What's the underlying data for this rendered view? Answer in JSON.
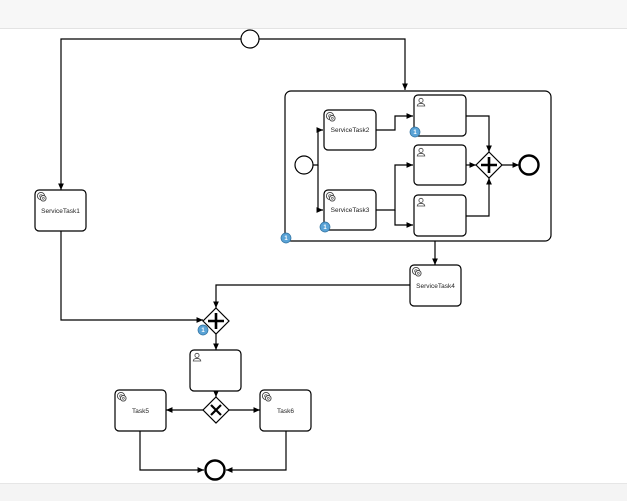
{
  "diagram": {
    "tasks": {
      "task_service1": "ServiceTask1",
      "task_service2": "ServiceTask2",
      "task_service3": "ServiceTask3",
      "task_service4": "ServiceTask4",
      "task_task5": "Task5",
      "task_task6": "Task6",
      "task_user_sub1": "",
      "task_user_sub2": "",
      "task_user_sub3": "",
      "task_user_main": ""
    },
    "badges": {
      "badge_subprocess": "1",
      "badge_service3": "1",
      "badge_usersub1": "1",
      "badge_gateway": "1"
    }
  }
}
